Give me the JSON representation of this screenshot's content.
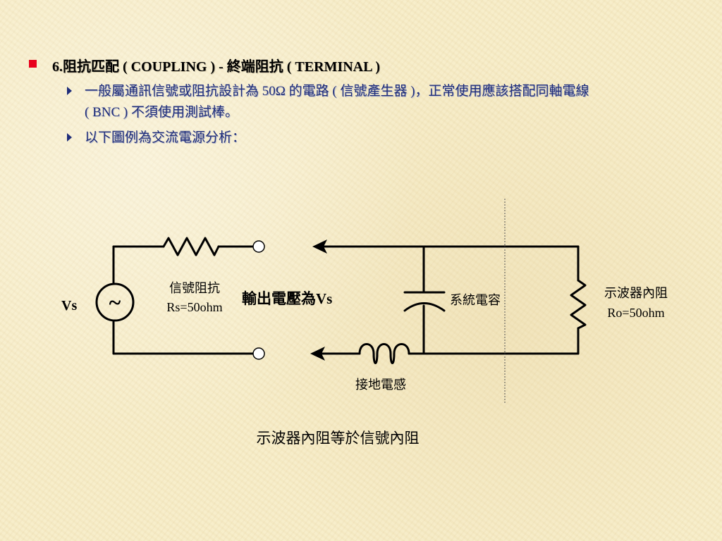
{
  "slide": {
    "title": "6.阻抗匹配 ( COUPLING ) - 終端阻抗 ( TERMINAL )",
    "bullets": [
      {
        "line1": "一般屬通訊信號或阻抗設計為 50Ω 的電路 ( 信號產生器 )，正常使用應該搭配同軸電線",
        "line2": "( BNC ) 不須使用測試棒。"
      },
      {
        "line1": "以下圖例為交流電源分析："
      }
    ]
  },
  "circuit": {
    "source_label": "Vs",
    "source_symbol": "~",
    "rs_label_1": "信號阻抗",
    "rs_label_2": "Rs=50ohm",
    "output_label": "輸出電壓為Vs",
    "cap_label": "系統電容",
    "ro_label_1": "示波器內阻",
    "ro_label_2": "Ro=50ohm",
    "inductor_label": "接地電感"
  },
  "caption": "示波器內阻等於信號內阻",
  "colors": {
    "title_bullet": "#e8001c",
    "sub_text": "#1f2d7a"
  }
}
